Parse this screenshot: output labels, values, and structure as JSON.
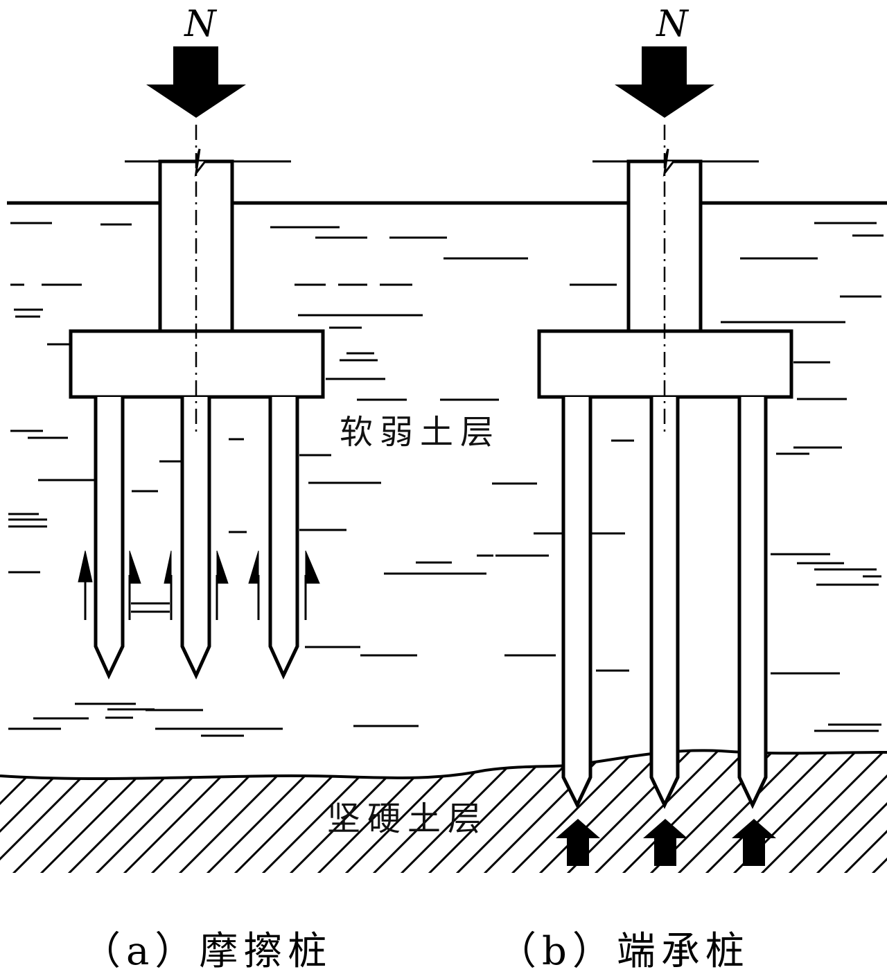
{
  "diagram": {
    "load_label": "N",
    "layers": {
      "soft": "软弱土层",
      "hard": "坚硬土层"
    },
    "panels": [
      {
        "id": "a",
        "caption": "（a）摩擦桩"
      },
      {
        "id": "b",
        "caption": "（b）端承桩"
      }
    ],
    "colors": {
      "line": "#000000",
      "background": "#ffffff"
    }
  }
}
